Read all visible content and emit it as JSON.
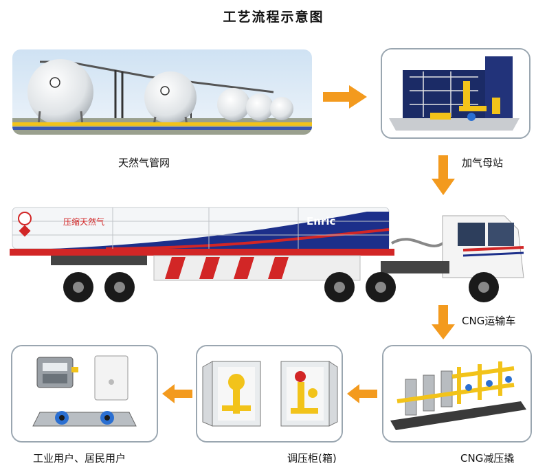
{
  "title": "工艺流程示意图",
  "nodes": {
    "pipeline": "天然气管网",
    "mother_station": "加气母站",
    "transport": "CNG运输车",
    "decompression": "CNG减压撬",
    "regulator": "调压柜(箱)",
    "users": "工业用户、居民用户"
  },
  "truck": {
    "cargo_text": "压缩天然气",
    "brand": "Enric"
  },
  "colors": {
    "arrow": "#f39a1e",
    "panel_border": "#9aa6b0",
    "tank_blue": "#1c2f8a",
    "pipe_yellow": "#f2c31a"
  }
}
